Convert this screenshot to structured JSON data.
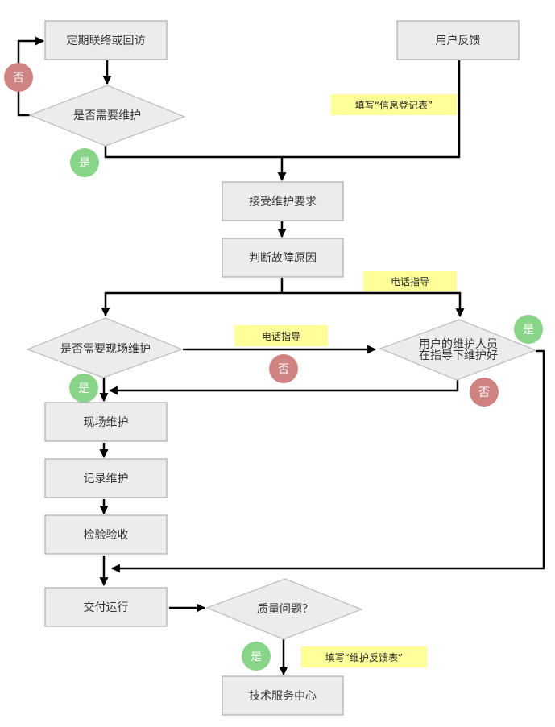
{
  "colors": {
    "node_fill": "#ececec",
    "node_border": "#b3b3b3",
    "note_fill": "#ffff99",
    "yes_badge": "#88d488",
    "no_badge": "#d08383",
    "edge": "#000000"
  },
  "nodes": {
    "contact": "定期联络或回访",
    "user_feedback": "用户反馈",
    "need_maintenance": "是否需要维护",
    "accept_request": "接受维护要求",
    "diagnose": "判断故障原因",
    "need_onsite": "是否需要现场维护",
    "user_staff_line1": "用户的维护人员",
    "user_staff_line2": "在指导下维护好",
    "onsite": "现场维护",
    "record": "记录维护",
    "inspect": "检验验收",
    "deliver": "交付运行",
    "quality": "质量问题？",
    "tech_center": "技术服务中心"
  },
  "notes": {
    "info_form": "填写“信息登记表”",
    "phone_guide_top": "电话指导",
    "phone_guide_mid": "电话指导",
    "feedback_form": "填写“维护反馈表”"
  },
  "badges": {
    "no_1": "否",
    "yes_1": "是",
    "yes_2": "是",
    "no_2": "否",
    "yes_3": "是",
    "no_3": "否",
    "yes_4": "是"
  }
}
